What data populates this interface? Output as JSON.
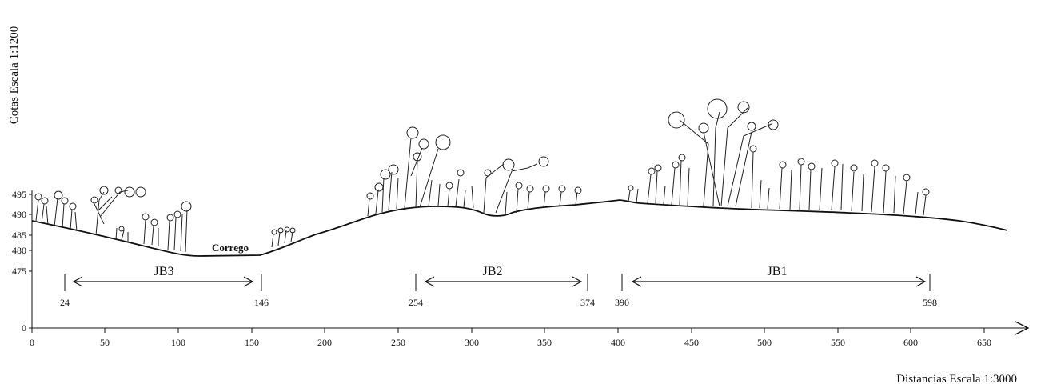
{
  "diagram": {
    "y_axis_title": "Cotas Escala 1:1200",
    "x_axis_title": "Distancias Escala 1:3000",
    "stream_label": "Corrego",
    "y_ticks": [
      "0",
      "475",
      "480",
      "485",
      "490",
      "495"
    ],
    "x_ticks": [
      "0",
      "50",
      "100",
      "150",
      "200",
      "250",
      "300",
      "350",
      "400",
      "450",
      "500",
      "550",
      "600",
      "650"
    ],
    "zones": [
      {
        "name": "JB3",
        "start": "24",
        "end": "146"
      },
      {
        "name": "JB2",
        "start": "254",
        "end": "374"
      },
      {
        "name": "JB1",
        "start": "390",
        "end": "598"
      }
    ]
  }
}
